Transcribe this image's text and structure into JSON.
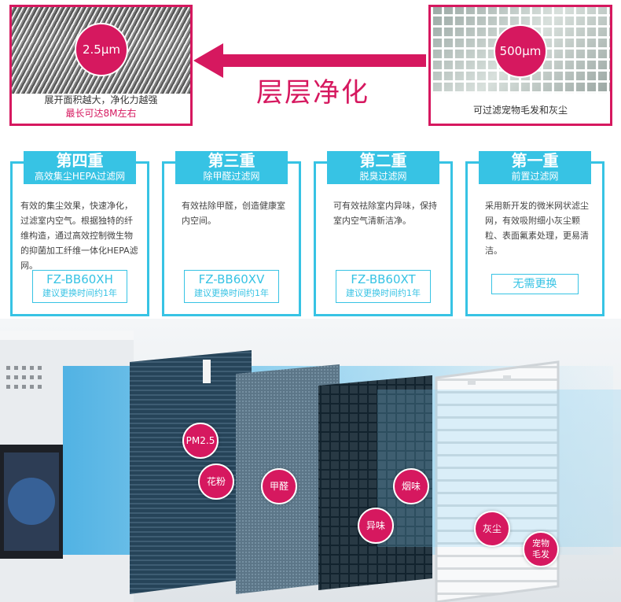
{
  "headline": "层层净化",
  "zoom_left": {
    "micron": "2.5μm",
    "caption": "展开面积越大，净化力越强",
    "caption_highlight": "最长可达8M左右"
  },
  "zoom_right": {
    "micron": "500μm",
    "caption": "可过滤宠物毛发和灰尘"
  },
  "cards": [
    {
      "num": "第四重",
      "sub": "高效集尘HEPA过滤网",
      "desc": "有效的集尘效果，快速净化，过滤室内空气。根据独特的纤维构造，通过高效控制微生物的抑菌加工纤维一体化HEPA滤网。",
      "model": "FZ-BB60XH",
      "note": "建议更换时间约1年"
    },
    {
      "num": "第三重",
      "sub": "除甲醛过滤网",
      "desc": "有效祛除甲醛，创造健康室内空间。",
      "model": "FZ-BB60XV",
      "note": "建议更换时间约1年"
    },
    {
      "num": "第二重",
      "sub": "脱臭过滤网",
      "desc": "可有效祛除室内异味，保持室内空气清新洁净。",
      "model": "FZ-BB60XT",
      "note": "建议更换时间约1年"
    },
    {
      "num": "第一重",
      "sub": "前置过滤网",
      "desc": "采用新开发的微米网状滤尘网，有效吸附细小灰尘颗粒、表面氟素处理，更易清洁。",
      "no_replace": "无需更换"
    }
  ],
  "bubbles": {
    "pm25": "PM2.5",
    "pollen": "花粉",
    "formaldehyde": "甲醛",
    "smoke": "烟味",
    "odor": "异味",
    "dust": "灰尘",
    "pet_hair": "宠物毛发"
  },
  "colors": {
    "brand_pink": "#d6185f",
    "accent_cyan": "#37c3e4"
  }
}
